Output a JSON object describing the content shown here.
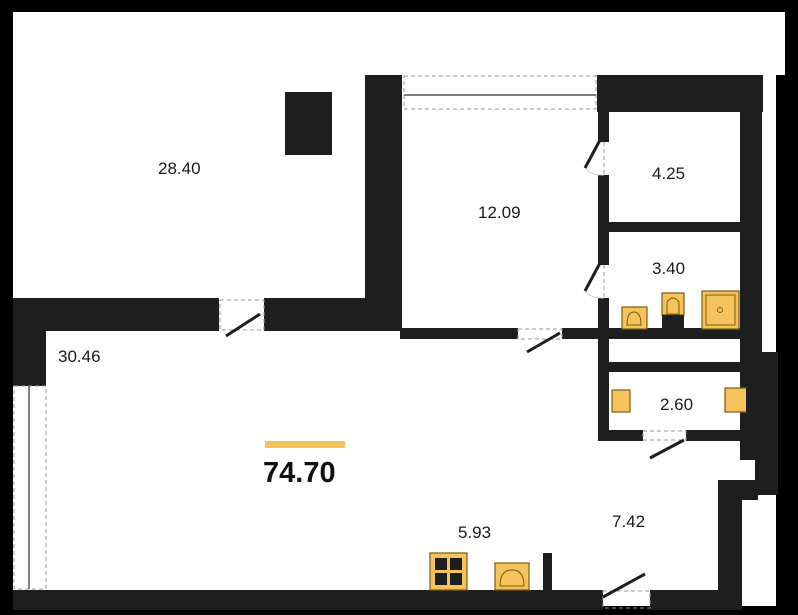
{
  "plan": {
    "total_area": "74.70",
    "rooms": {
      "terrace": "28.40",
      "living": "30.46",
      "bedroom": "12.09",
      "storage": "4.25",
      "bathroom": "3.40",
      "wc": "2.60",
      "kitchen": "5.93",
      "hall": "7.42"
    },
    "colors": {
      "accent": "#F5C25C",
      "wall": "#1E1E1E"
    }
  }
}
